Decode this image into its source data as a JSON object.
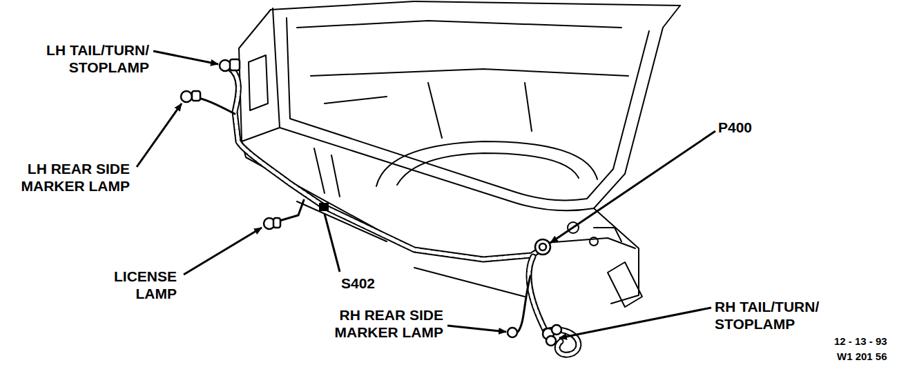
{
  "diagram": {
    "labels": [
      "LH TAIL/TURN/ STOPLAMP",
      "LH REAR SIDE MARKER LAMP",
      "LICENSE LAMP",
      "S402",
      "P400",
      "RH REAR SIDE MARKER LAMP",
      "RH TAIL/TURN/ STOPLAMP",
      "12 - 13 - 93",
      "W1 201 56"
    ]
  }
}
